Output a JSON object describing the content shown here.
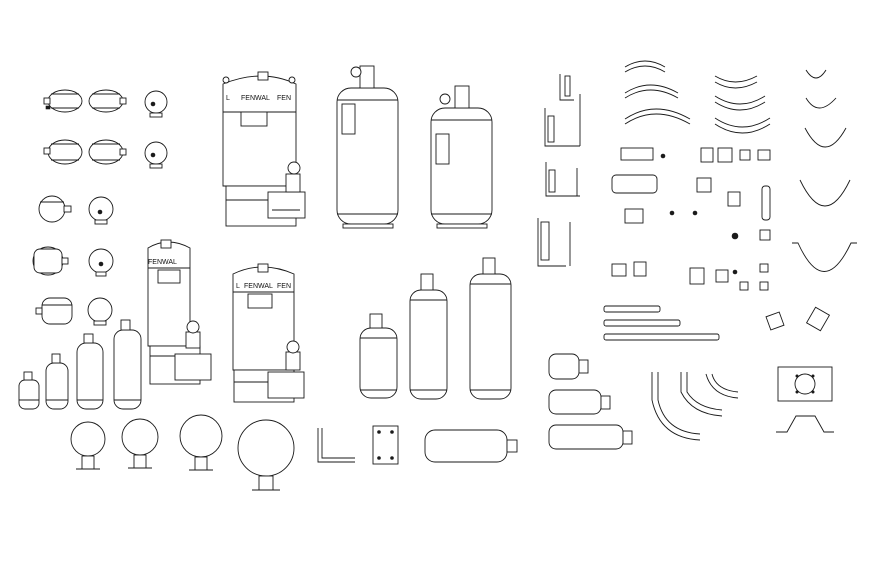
{
  "drawing": {
    "brand_label": "FENWAL",
    "brand_label_partial": "FEN",
    "cut_prefix": "L",
    "stroke_color": "#1a1a1a",
    "background_color": "#ffffff"
  }
}
